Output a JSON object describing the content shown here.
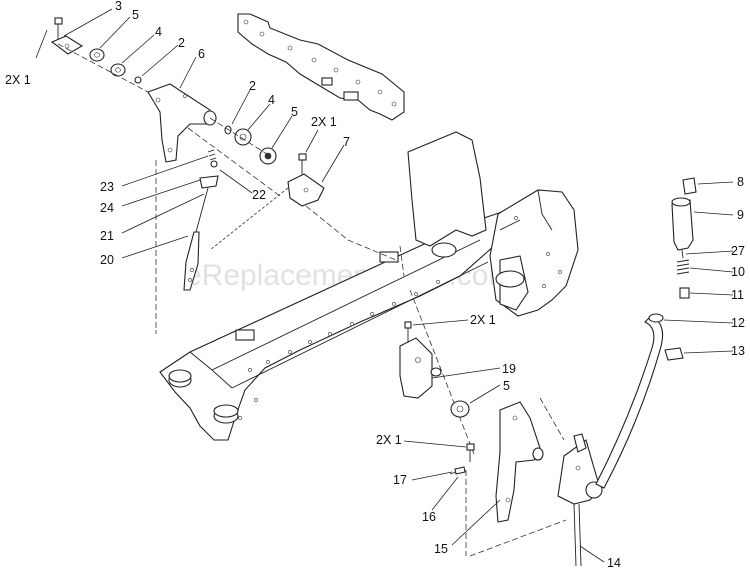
{
  "watermark": "eReplacementParts.com",
  "callouts": {
    "c3": "3",
    "c5a": "5",
    "c4a": "4",
    "c2a": "2",
    "c6": "6",
    "c2x1a": "2X 1",
    "c2b": "2",
    "c4b": "4",
    "c5b": "5",
    "c2x1b": "2X 1",
    "c7": "7",
    "c23": "23",
    "c24": "24",
    "c22": "22",
    "c21": "21",
    "c20": "20",
    "c8": "8",
    "c9": "9",
    "c27": "27",
    "c10": "10",
    "c11": "11",
    "c12": "12",
    "c13": "13",
    "c2x1c": "2X 1",
    "c19": "19",
    "c5c": "5",
    "c2x1d": "2X 1",
    "c17": "17",
    "c16": "16",
    "c15": "15",
    "c14": "14"
  }
}
